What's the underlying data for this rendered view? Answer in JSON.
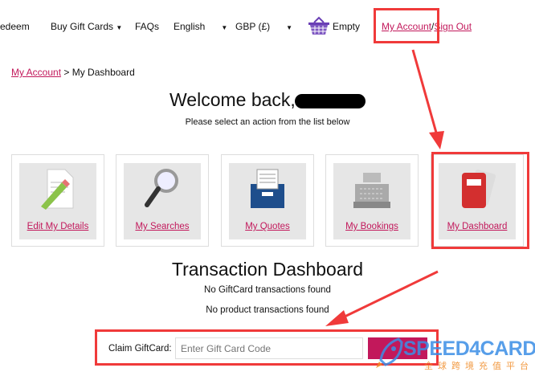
{
  "nav": {
    "redeem": "edeem",
    "buy_gift_cards": "Buy Gift Cards",
    "faqs": "FAQs",
    "language": "English",
    "currency": "GBP (£)",
    "cart": "Empty",
    "my_account": "My Account",
    "separator": "/",
    "sign_out": "Sign Out"
  },
  "breadcrumb": {
    "parent": "My Account",
    "sep": " > ",
    "current": "My Dashboard"
  },
  "welcome": {
    "title": "Welcome back,",
    "subtitle": "Please select an action from the list below"
  },
  "cards": [
    {
      "label": "Edit My Details"
    },
    {
      "label": "My Searches"
    },
    {
      "label": "My Quotes"
    },
    {
      "label": "My Bookings"
    },
    {
      "label": "My Dashboard"
    }
  ],
  "transactions": {
    "title": "Transaction Dashboard",
    "giftcard": "No GiftCard transactions found",
    "product": "No product transactions found"
  },
  "claim": {
    "label": "Claim GiftCard:",
    "placeholder": "Enter Gift Card Code"
  },
  "watermark": {
    "brand": "SPEED4CARD",
    "tagline": "全球跨境充值平台"
  },
  "colors": {
    "link": "#c2185b",
    "annotation": "#f03a3a"
  }
}
